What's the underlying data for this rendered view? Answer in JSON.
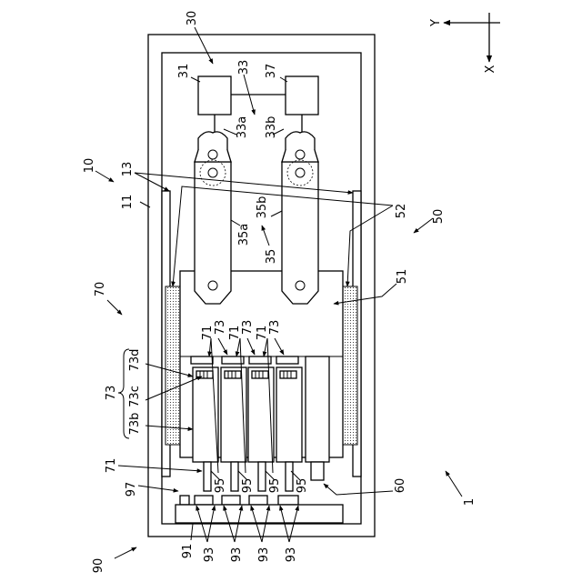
{
  "axes": {
    "y_label": "Y",
    "x_label": "X"
  },
  "labels": {
    "l30": "30",
    "l31": "31",
    "l33": "33",
    "l37": "37",
    "l33a": "33a",
    "l33b": "33b",
    "l10": "10",
    "l13": "13",
    "l11": "11",
    "l52": "52",
    "l50": "50",
    "l35a": "35a",
    "l35b": "35b",
    "l35": "35",
    "l70": "70",
    "l51": "51",
    "l71a": "71",
    "l73a": "73",
    "l71b": "71",
    "l73b": "73",
    "l71c": "71",
    "l73c": "73",
    "l73d_": "73d",
    "l73g": "73",
    "l73c_": "73c",
    "l73b_": "73b",
    "l71d": "71",
    "l97": "97",
    "l95a": "95",
    "l95b": "95",
    "l95c": "95",
    "l95d": "95",
    "l60": "60",
    "l1": "1",
    "l90": "90",
    "l91": "91",
    "l93a": "93",
    "l93b": "93",
    "l93c": "93",
    "l93d": "93"
  }
}
